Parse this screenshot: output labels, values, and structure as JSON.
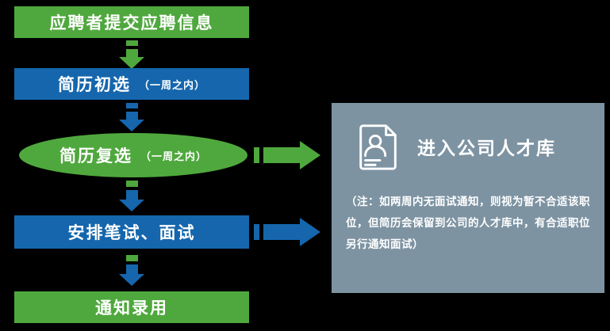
{
  "colors": {
    "green": "#4fa83d",
    "blue": "#1566ad",
    "panel_bg": "#7d93a2",
    "background": "#000000",
    "text": "#ffffff"
  },
  "flow": {
    "step1": {
      "label": "应聘者提交应聘信息"
    },
    "step2": {
      "label": "简历初选",
      "note": "（一周之内）"
    },
    "step3": {
      "label": "简历复选",
      "note": "（一周之内）"
    },
    "step4": {
      "label": "安排笔试、面试"
    },
    "step5": {
      "label": "通知录用"
    }
  },
  "panel": {
    "title": "进入公司人才库",
    "note": "（注：如两周内无面试通知，则视为暂不合适该职位，但简历会保留到公司的人才库中，有合适职位另行通知面试）",
    "icon": "document-person-icon"
  }
}
